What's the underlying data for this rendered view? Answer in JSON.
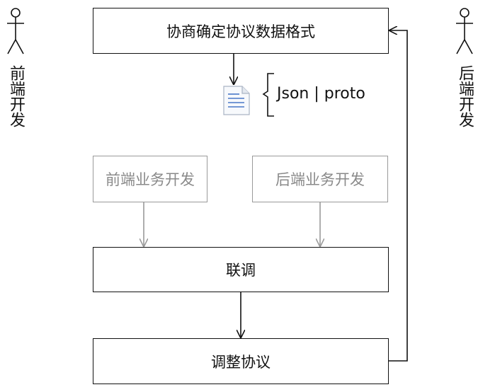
{
  "actors": {
    "left": {
      "label": "前端开发"
    },
    "right": {
      "label": "后端开发"
    }
  },
  "steps": {
    "negotiate": "协商确定协议数据格式",
    "frontend_dev": "前端业务开发",
    "backend_dev": "后端业务开发",
    "integration": "联调",
    "adjust": "调整协议"
  },
  "artifact": {
    "icon": "document-icon",
    "format_label": "Json | proto"
  },
  "colors": {
    "primary_stroke": "#111111",
    "muted_stroke": "#9a9a9a",
    "muted_text": "#8a8a8a",
    "doc_accent": "#4a78c8"
  }
}
